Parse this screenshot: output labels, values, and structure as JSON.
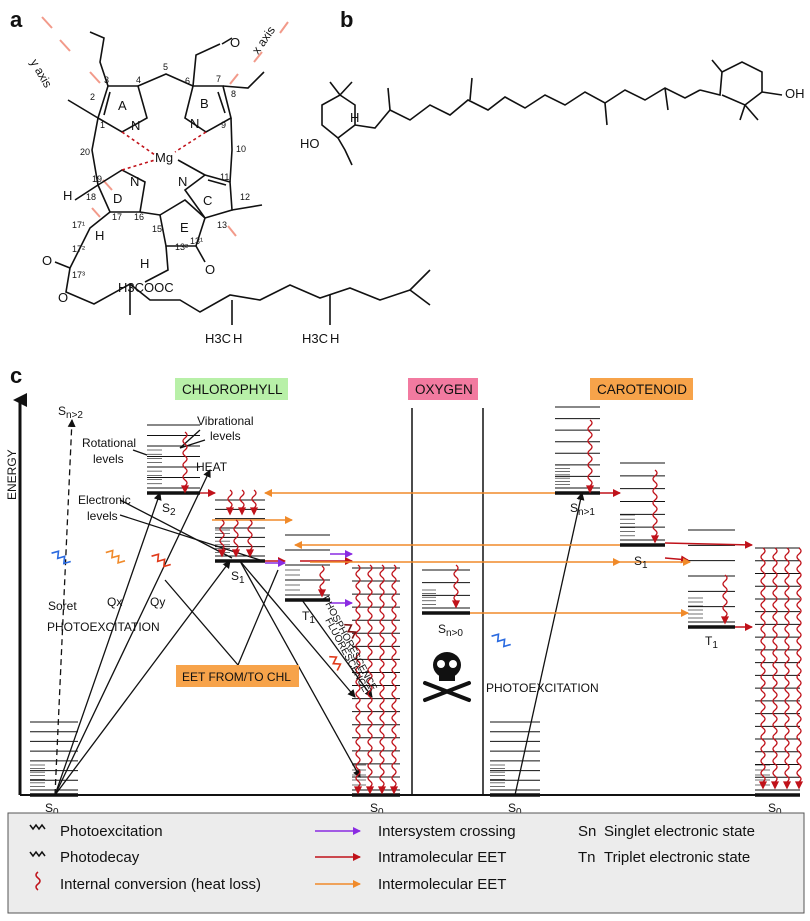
{
  "panels": {
    "a": "a",
    "b": "b",
    "c": "c"
  },
  "chlorophyll_structure": {
    "axis_y": "y axis",
    "axis_x": "x axis",
    "ring_letters": [
      "A",
      "B",
      "C",
      "D",
      "E"
    ],
    "metal": "Mg",
    "nitrogen": "N",
    "oxygen": "O",
    "hydrogen": "H",
    "ester_group": "H3COOC",
    "methyl_h": "H3C",
    "positions": [
      "1",
      "2",
      "3",
      "4",
      "5",
      "6",
      "7",
      "8",
      "9",
      "10",
      "11",
      "12",
      "13",
      "15",
      "16",
      "17",
      "18",
      "19",
      "20",
      "13²",
      "13¹",
      "17¹",
      "17²",
      "17³"
    ]
  },
  "carotenoid_structure": {
    "hydroxyl_left": "HO",
    "hydroxyl_right": "OH",
    "hydrogen": "H"
  },
  "energy_diagram": {
    "y_axis_label": "ENERGY",
    "headers": {
      "chlorophyll": "CHLOROPHYLL",
      "oxygen": "OXYGEN",
      "carotenoid": "CAROTENOID"
    },
    "header_colors": {
      "chlorophyll": "#b8f0a8",
      "oxygen": "#f27aa0",
      "carotenoid": "#f7a34a"
    },
    "annotations": {
      "vibrational": "Vibrational",
      "vibrational2": "levels",
      "rotational": "Rotational",
      "rotational2": "levels",
      "heat": "HEAT",
      "electronic": "Electronic",
      "electronic2": "levels",
      "soret": "Soret",
      "qx": "Qx",
      "qy": "Qy",
      "photoexcitation_chl": "PHOTOEXCITATION",
      "eet": "EET FROM/TO CHL",
      "fluorescence": "FLUORESCENCE",
      "phosphorescence": "PHOSPHORESCENCE",
      "photoexcitation_car": "PHOTOEXCITATION"
    },
    "states": {
      "sn2": "S",
      "sn2_sub": "n>2",
      "s2": "S",
      "s2_sub": "2",
      "s1_chl": "S",
      "s1_chl_sub": "1",
      "t1_chl": "T",
      "t1_chl_sub": "1",
      "s0_chl": "S",
      "s0_chl_sub": "0",
      "s0_chl2": "S",
      "s0_chl2_sub": "0",
      "sn0_oxy": "S",
      "sn0_oxy_sub": "n>0",
      "s0_oxy": "S",
      "s0_oxy_sub": "0",
      "sn1_car": "S",
      "sn1_car_sub": "n>1",
      "s1_car": "S",
      "s1_car_sub": "1",
      "t1_car": "T",
      "t1_car_sub": "1",
      "s0_car": "S",
      "s0_car_sub": "0"
    }
  },
  "legend": {
    "photoexcitation": "Photoexcitation",
    "photodecay": "Photodecay",
    "internal_conversion": "Internal conversion (heat loss)",
    "intersystem_crossing": "Intersystem crossing",
    "intramolecular_eet": "Intramolecular EET",
    "intermolecular_eet": "Intermolecular EET",
    "singlet_symbol": "Sn",
    "singlet": "Singlet electronic state",
    "triplet_symbol": "Tn",
    "triplet": "Triplet electronic state",
    "colors": {
      "intersystem": "#8a2be2",
      "intramolecular": "#c0121a",
      "intermolecular": "#f08a2a"
    }
  }
}
